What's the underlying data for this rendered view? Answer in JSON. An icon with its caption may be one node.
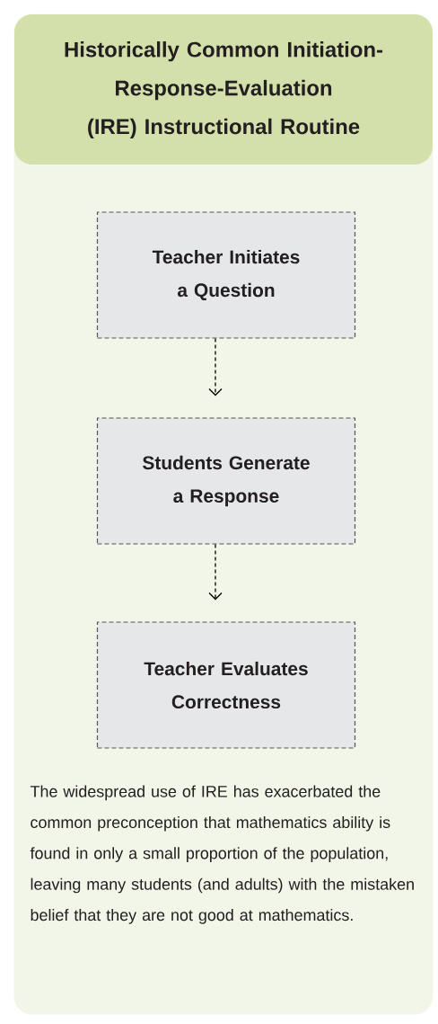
{
  "diagram": {
    "title": "Historically Common Initiation-Response-Evaluation (IRE) Instructional Routine",
    "nodes": [
      {
        "text": [
          "Teacher Initiates a Question"
        ]
      },
      {
        "text": [
          "Students Generate a Response"
        ]
      },
      {
        "text": [
          "Teacher Evaluates Correctness"
        ]
      }
    ],
    "edges": [
      {
        "from": 0,
        "to": 1,
        "arrow": "to",
        "style": "dashed"
      },
      {
        "from": 1,
        "to": 2,
        "arrow": "to",
        "style": "dashed"
      }
    ],
    "caption": "The widespread use of IRE has exacerbated the common preconception that mathematics ability is found in only a small proportion of the population, leaving many students (and adults) with the mistaken belief that they are not good at mathematics."
  }
}
